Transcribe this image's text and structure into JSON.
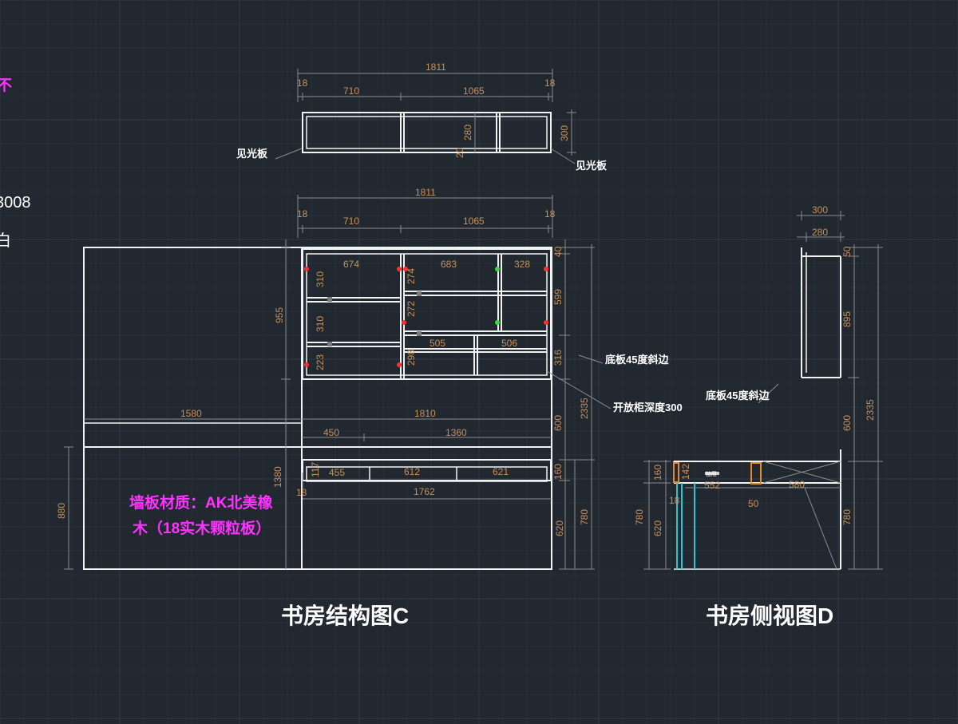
{
  "colors": {
    "background": "#212830",
    "grid_major": "#2f3a48",
    "grid_minor": "#28313c",
    "structure": "#f2f2f2",
    "dimension_line": "#8c8c8c",
    "dimension_text": "#c8915a",
    "annotation": "#ff33ff",
    "hinge_red": "#ff3030",
    "hinge_green": "#33dd33",
    "highlight_orange": "#e08a2a",
    "leg_cyan": "#22c8d8"
  },
  "left_margin": {
    "top_text": "不",
    "code_text": "3008",
    "color_text": "白",
    "fragment_text": ","
  },
  "top_cabinet_plan": {
    "dims": {
      "overall": "1811",
      "left_edge": "18",
      "right_edge": "18",
      "left_span": "710",
      "right_span": "1065",
      "depth": "300",
      "inner_height": "280",
      "bottom_gap": "20"
    },
    "labels": {
      "left_panel": "见光板",
      "right_panel": "见光板"
    }
  },
  "structure_c": {
    "title": "书房结构图C",
    "wall_material_line1": "墙板材质：AK北美橡",
    "wall_material_line2": "木（18实木颗粒板）",
    "dims": {
      "overall": "1811",
      "left_edge": "18",
      "right_edge": "18",
      "left_span": "710",
      "right_span": "1065",
      "row_674": "674",
      "row_683": "683",
      "row_328": "328",
      "row_505": "505",
      "row_506": "506",
      "shelf_310a": "310",
      "shelf_310b": "310",
      "shelf_223": "223",
      "shelf_274": "274",
      "shelf_272": "272",
      "shelf_298": "298",
      "top_gap": "40",
      "upper_height": "599",
      "lower_open": "316",
      "upper_total": "955",
      "overall_height": "2335",
      "wall_width": "1580",
      "desk_width": "1810",
      "desk_left": "450",
      "desk_right": "1360",
      "gap_600": "600",
      "drawer_455": "455",
      "drawer_612": "612",
      "drawer_621": "621",
      "drawer_height": "160",
      "drawer_inner": "117",
      "desk_top_edge": "18",
      "desk_inner": "1762",
      "wall_lower": "1380",
      "wall_880": "880",
      "leg_620": "620",
      "desk_780": "780"
    },
    "labels": {
      "bevel": "底板45度斜边",
      "open_cabinet": "开放柜深度300"
    }
  },
  "side_view_d": {
    "title": "书房侧视图D",
    "dims": {
      "depth_300": "300",
      "depth_280": "280",
      "top_50": "50",
      "upper_895": "895",
      "overall_2335": "2335",
      "gap_600": "600",
      "drawer_160": "160",
      "drawer_142": "142",
      "desk_552": "552",
      "desk_580": "580",
      "edge_18": "18",
      "edge_50": "50",
      "desk_780": "780",
      "leg_620": "620",
      "right_780": "780"
    },
    "labels": {
      "bevel": "底板45度斜边",
      "drawer_mark": "抽屉"
    }
  }
}
